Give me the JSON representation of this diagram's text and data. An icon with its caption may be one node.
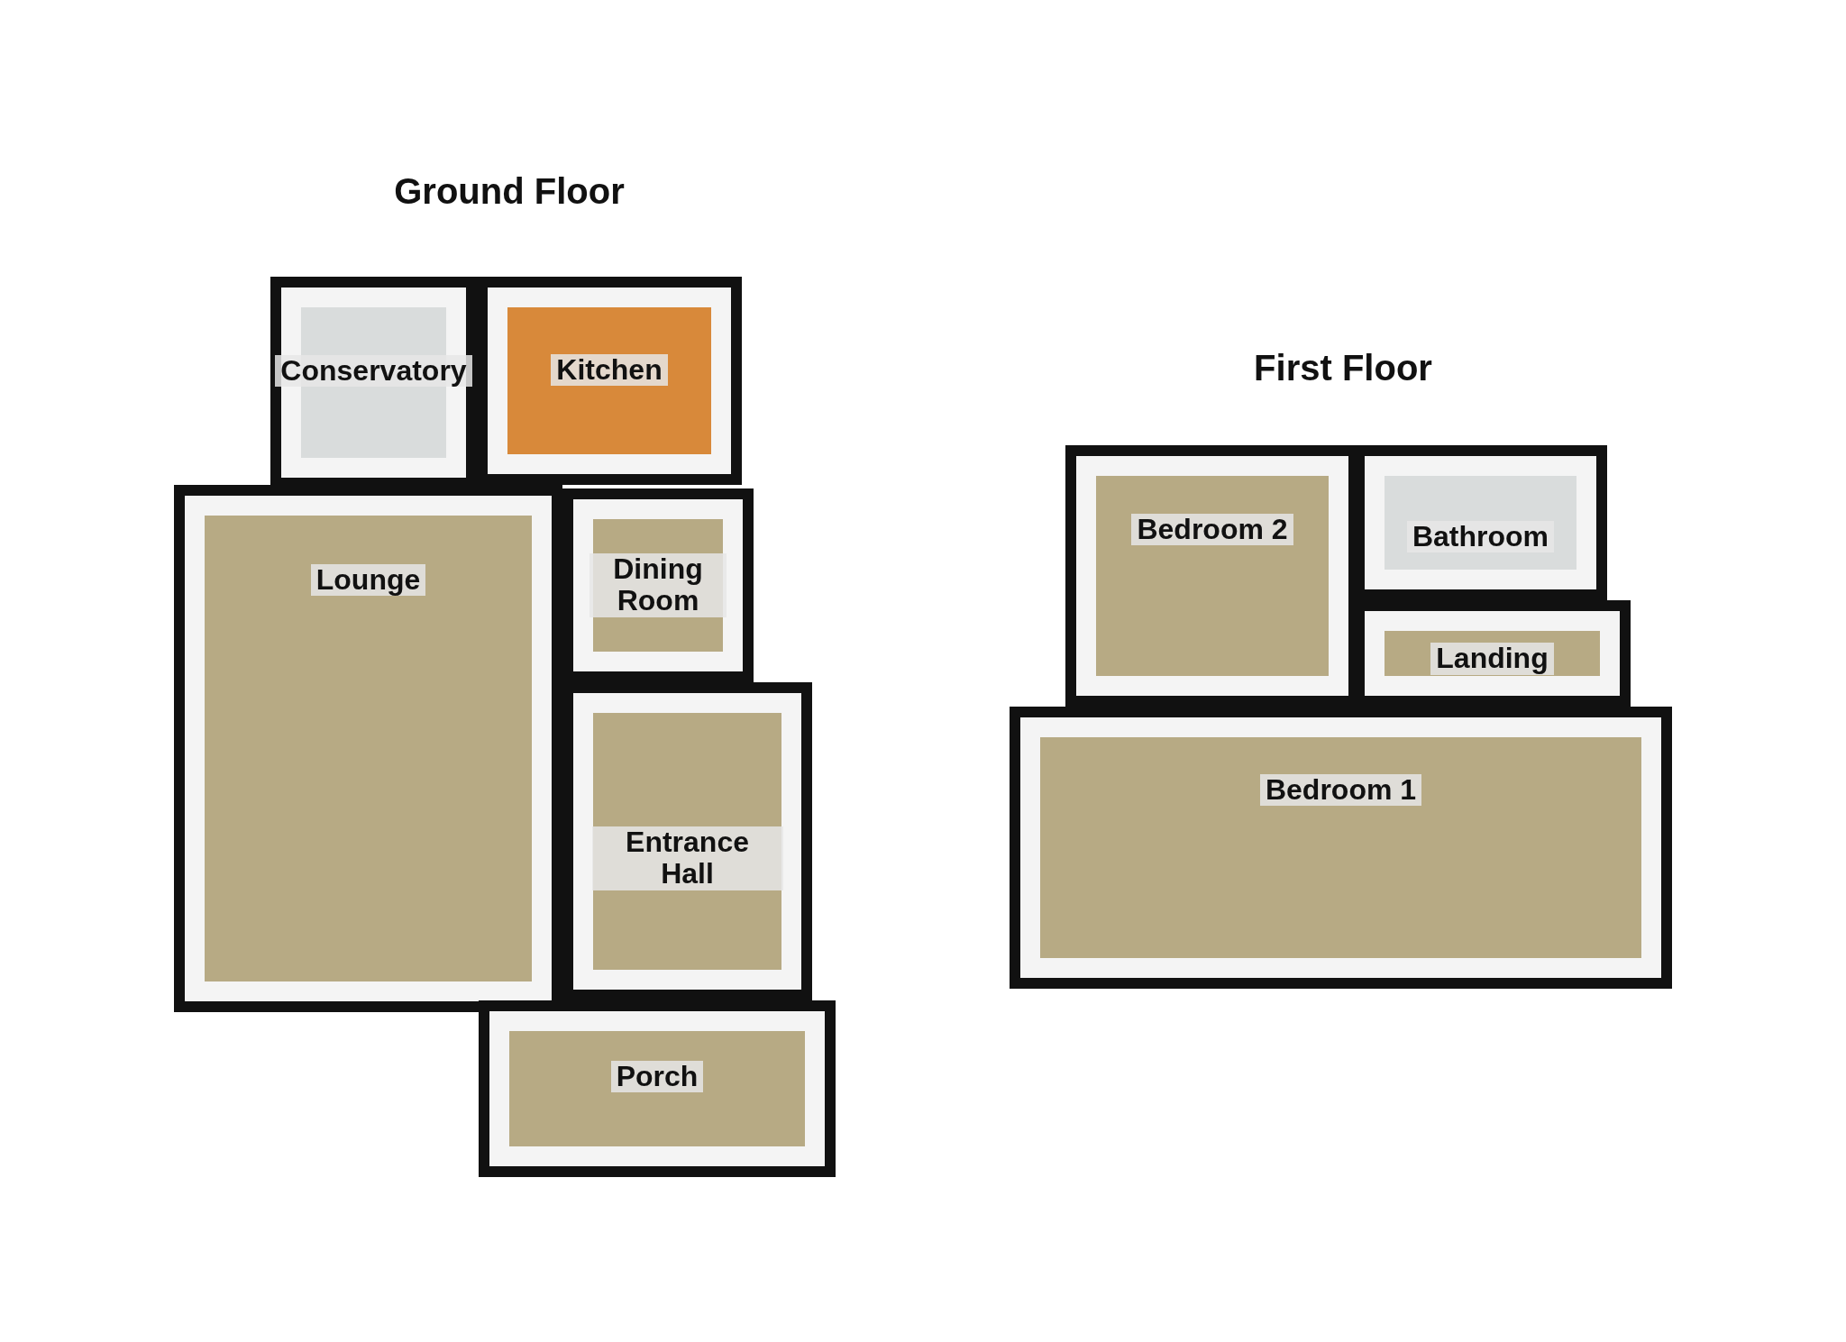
{
  "diagram": {
    "nodes": [
      {
        "text": [
          "Ground Floor"
        ]
      },
      {
        "text": [
          "Conservatory"
        ],
        "in": 0
      },
      {
        "text": [
          "Kitchen"
        ],
        "in": 0
      },
      {
        "text": [
          "Lounge"
        ],
        "in": 0
      },
      {
        "text": [
          "Dining Room"
        ],
        "in": 0
      },
      {
        "text": [
          "Entrance Hall"
        ],
        "in": 0
      },
      {
        "text": [
          "Porch"
        ],
        "in": 0
      },
      {
        "text": [
          "First Floor"
        ]
      },
      {
        "text": [
          "Bedroom 2"
        ],
        "in": 7
      },
      {
        "text": [
          "Bathroom"
        ],
        "in": 7
      },
      {
        "text": [
          "Landing"
        ],
        "in": 7
      },
      {
        "text": [
          "Bedroom 1"
        ],
        "in": 7
      }
    ]
  }
}
